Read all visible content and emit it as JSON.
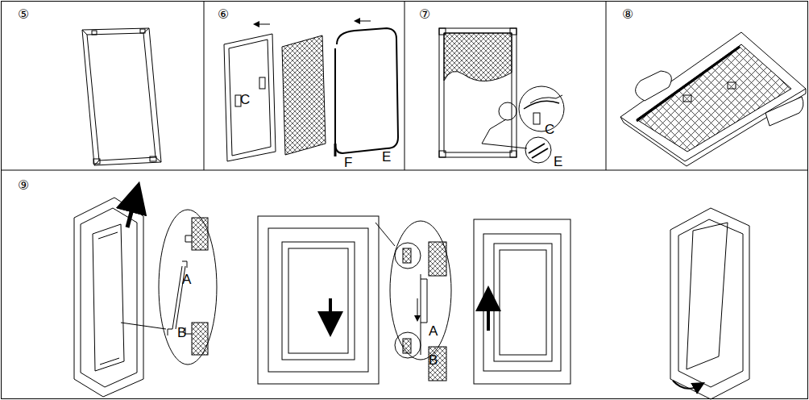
{
  "diagram": {
    "labels": [
      "⑤",
      "⑥",
      "C",
      "F",
      "E",
      "⑦",
      "C",
      "E",
      "⑧",
      "⑨",
      "A",
      "B",
      "A",
      "B"
    ]
  }
}
